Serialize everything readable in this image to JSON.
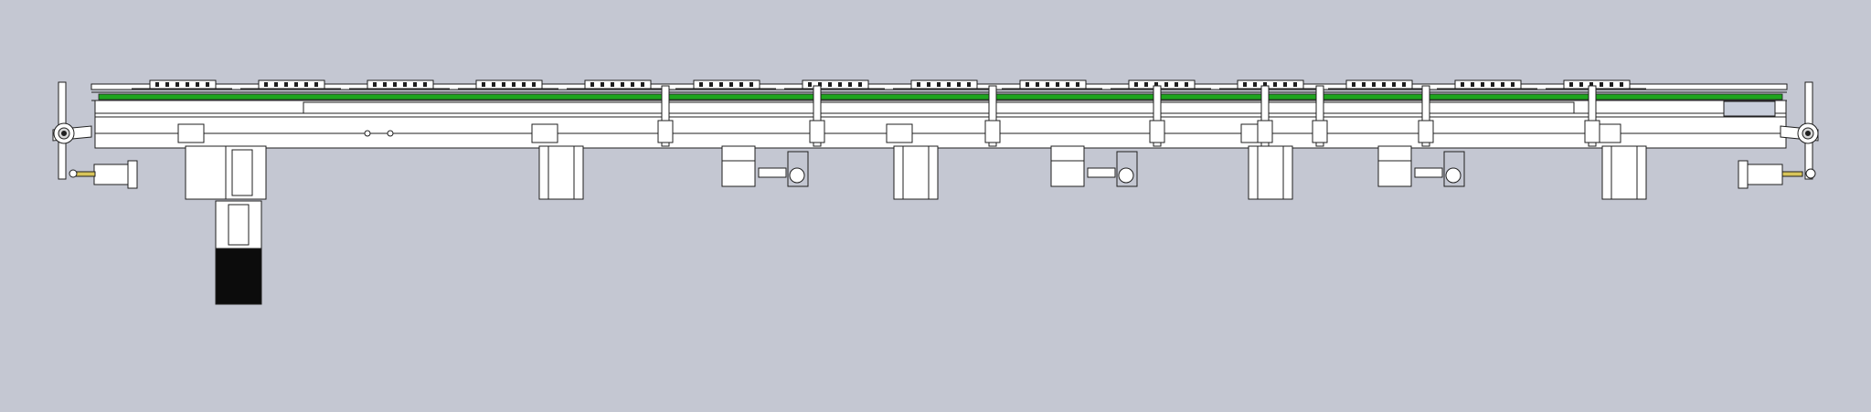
{
  "view": {
    "background": "#c4c7d2",
    "line_color": "#1f1f1f",
    "body_fill": "#ffffff",
    "rail_accent": "#1ea51e",
    "motor_fill": "#0c0c0c",
    "cylinder_rod": "#d8c45a"
  },
  "conveyor": {
    "pallet_carriers": 14,
    "support_legs": 5,
    "side_actuators": 3,
    "drive_motor": "end motor"
  }
}
